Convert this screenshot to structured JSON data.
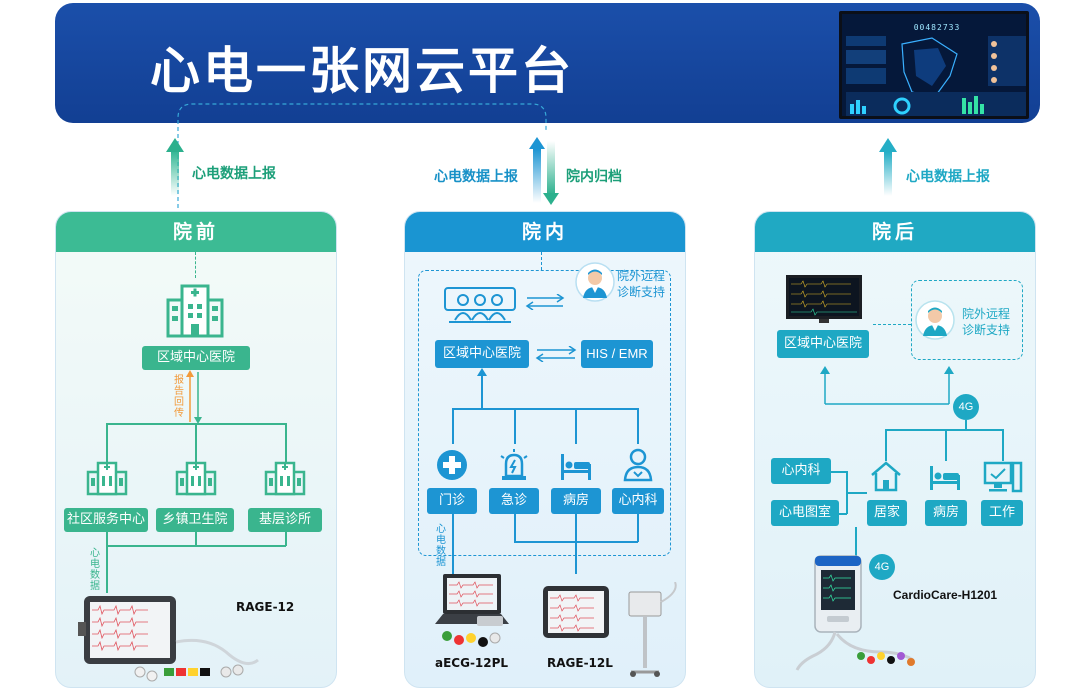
{
  "platform": {
    "title": "心电一张网云平台"
  },
  "dashboard": {
    "counter": "00482733"
  },
  "flows": {
    "left_up": "心电数据上报",
    "center_up": "心电数据上报",
    "center_down": "院内归档",
    "right_up": "心电数据上报"
  },
  "pre_hospital": {
    "header": "院前",
    "central_hospital": "区域中心医院",
    "report_return": "报告回传",
    "clinics": [
      "社区服务中心",
      "乡镇卫生院",
      "基层诊所"
    ],
    "ecg_data": "心电数据",
    "device": "RAGE-12"
  },
  "in_hospital": {
    "header": "院内",
    "remote_support": "院外远程\n诊断支持",
    "central_hospital": "区域中心医院",
    "his_emr": "HIS / EMR",
    "departments": [
      "门诊",
      "急诊",
      "病房",
      "心内科"
    ],
    "ecg_data": "心电数据",
    "devices": [
      "aECG-12PL",
      "RAGE-12L"
    ]
  },
  "post_hospital": {
    "header": "院后",
    "central_hospital": "区域中心医院",
    "remote_support": "院外远程\n诊断支持",
    "network_top": "4G",
    "left_nodes": [
      "心内科",
      "心电图室"
    ],
    "locations": [
      "居家",
      "病房",
      "工作"
    ],
    "network_bottom": "4G",
    "device": "CardioCare-H1201"
  },
  "colors": {
    "banner": "#1a4ea8",
    "pre": "#3cbb94",
    "in": "#1a95d2",
    "post": "#20a9c3"
  }
}
